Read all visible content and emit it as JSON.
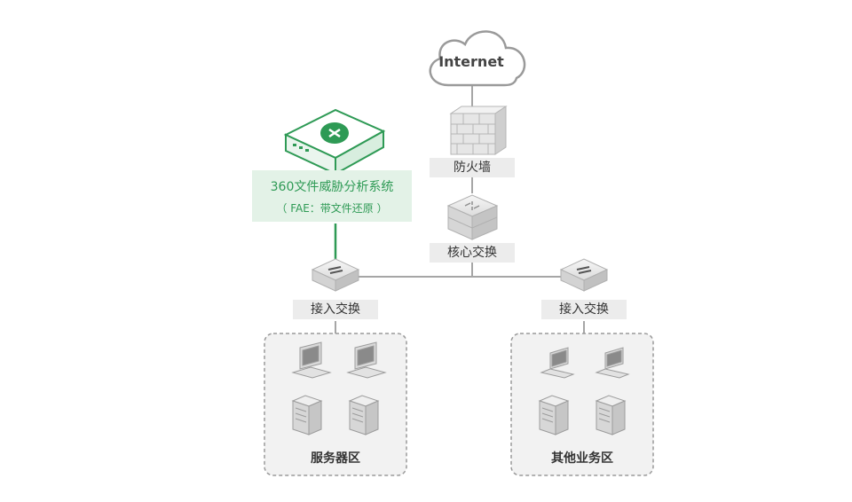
{
  "internet": {
    "label": "Internet"
  },
  "firewall": {
    "label": "防火墙"
  },
  "core_switch": {
    "label": "核心交换"
  },
  "fae": {
    "title": "360文件威胁分析系统",
    "subtitle": "（ FAE：带文件还原 ）"
  },
  "access_switch_left": {
    "label": "接入交换"
  },
  "access_switch_right": {
    "label": "接入交换"
  },
  "server_zone": {
    "label": "服务器区"
  },
  "other_zone": {
    "label": "其他业务区"
  },
  "colors": {
    "accent_green": "#2e9a55",
    "label_bg": "#ececec",
    "device_gray": "#d9d9d9",
    "line_gray": "#a6a6a6"
  }
}
